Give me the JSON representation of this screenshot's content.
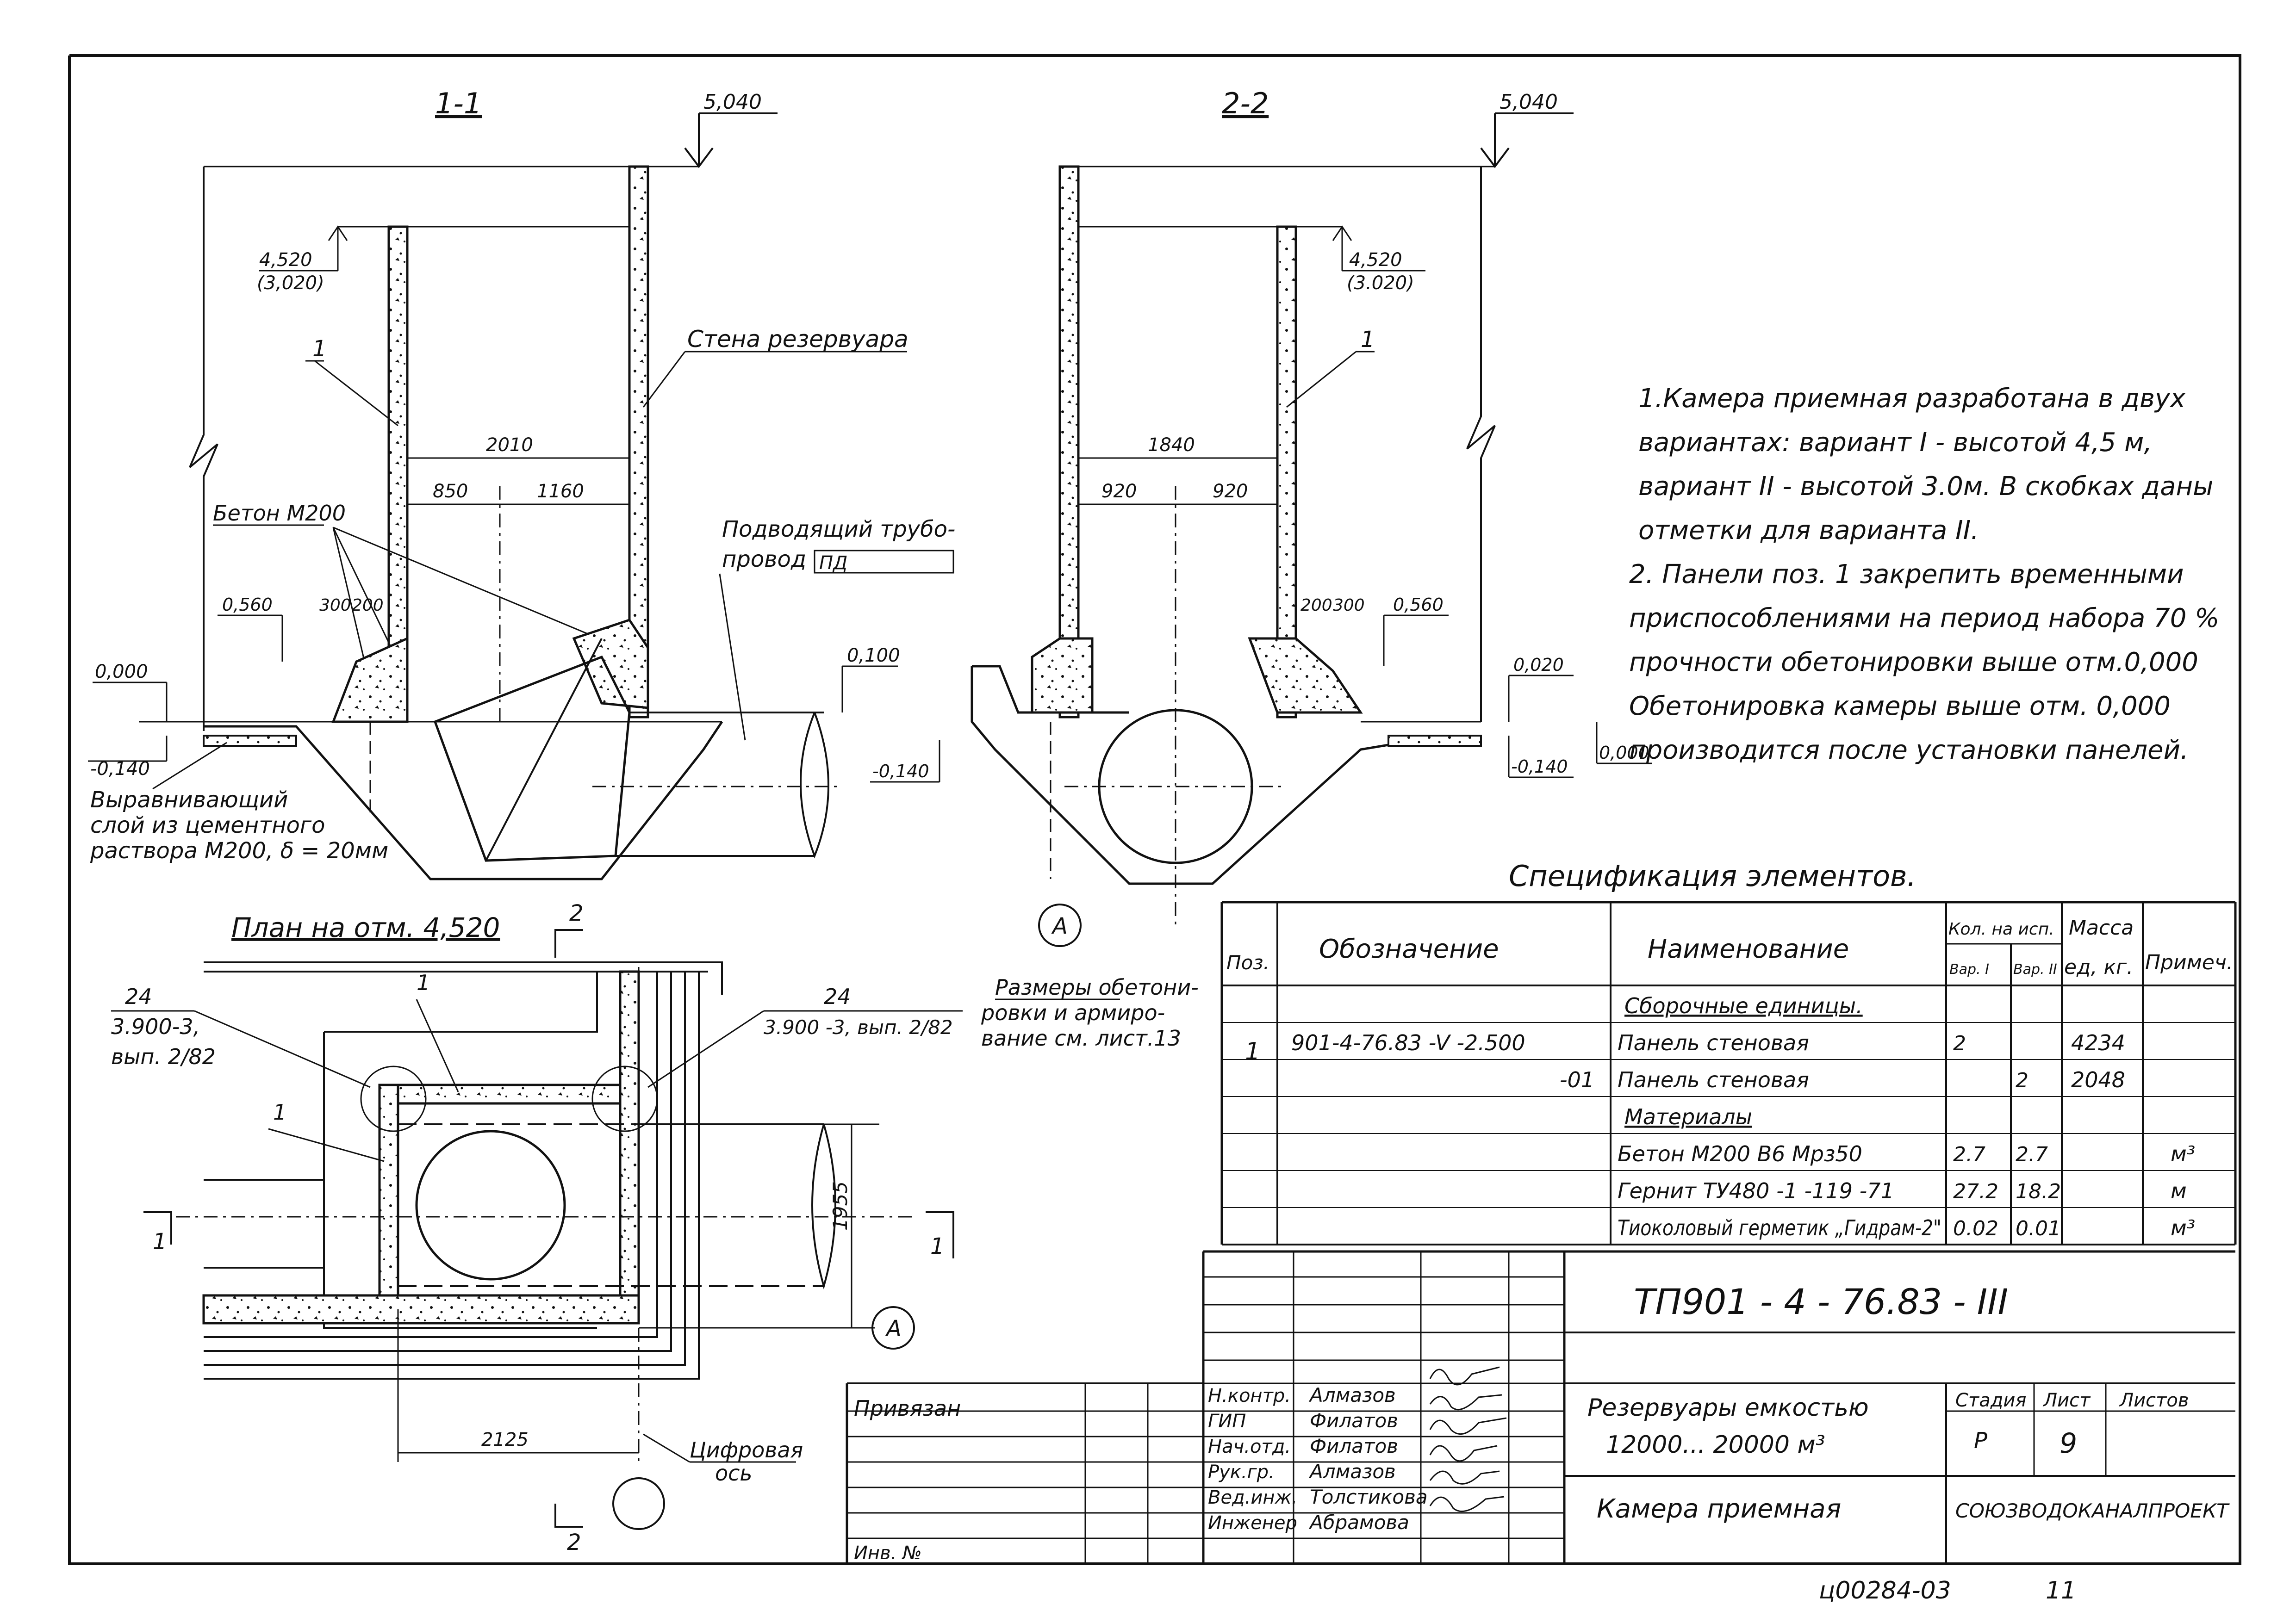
{
  "section_1_1": {
    "title": "1-1",
    "top_elev": "5,040",
    "wall_top": "4,520",
    "wall_top_alt": "(3,020)",
    "pos_label": "1",
    "wall_label": "Стена резервуара",
    "width_total": "2010",
    "width_a": "850",
    "width_b": "1160",
    "concrete_label": "Бетон М200",
    "elev_0560": "0,560",
    "dim_300": "300",
    "dim_200": "200",
    "elev_0000": "0,000",
    "elev_m0140": "-0,140",
    "elev_0100": "0,100",
    "pipe_label_1": "Подводящий трубо-",
    "pipe_label_2": "провод",
    "pipe_code": "ПД",
    "leveling_1": "Выравнивающий",
    "leveling_2": "слой из цементного",
    "leveling_3": "раствора М200, δ = 20мм"
  },
  "section_2_2": {
    "title": "2-2",
    "top_elev": "5,040",
    "wall_top": "4,520",
    "wall_top_alt": "(3.020)",
    "pos_label": "1",
    "width_total": "1840",
    "width_a": "920",
    "width_b": "920",
    "dim_200": "200",
    "dim_300": "300",
    "elev_0560": "0,560",
    "elev_0020": "0,020",
    "elev_m0140": "-0,140",
    "elev_m0140_right": "-0,140",
    "elev_0000": "0,000",
    "axis_label": "А",
    "note_1": "Размеры обетони-",
    "note_2": "ровки и армиро-",
    "note_3": "вание см. лист.13"
  },
  "plan": {
    "title": "План на отм. 4,520",
    "cut_2": "2",
    "cut_1": "1",
    "ref_left_1": "24",
    "ref_left_2": "3.900-3,",
    "ref_left_3": "вып. 2/82",
    "ref_right_1": "24",
    "ref_right_2": "3.900 -3, вып. 2/82",
    "pos_1a": "1",
    "pos_1b": "1",
    "dim_1955": "1955",
    "dim_2125": "2125",
    "axis_label": "А",
    "digital_axis_1": "Цифровая",
    "digital_axis_2": "ось"
  },
  "notes": [
    "1.Камера приемная разработана в двух",
    "вариантах: вариант I - высотой 4,5 м,",
    "вариант II - высотой 3.0м. В скобках даны",
    "отметки для варианта II.",
    "2. Панели поз. 1 закрепить временными",
    "приспособлениями на период набора 70 %",
    "прочности обетонировки выше отм.0,000",
    "Обетонировка камеры выше отм. 0,000",
    "производится после установки панелей."
  ],
  "spec": {
    "title": "Спецификация элементов.",
    "headers": {
      "pos": "Поз.",
      "designation": "Обозначение",
      "name": "Наименование",
      "qty": "Кол. на исп.",
      "var1": "Вар. I",
      "var2": "Вар. II",
      "mass_1": "Масса",
      "mass_2": "ед, кг.",
      "note": "Примеч."
    },
    "rows": [
      {
        "pos": "",
        "designation": "",
        "name": "Сборочные единицы.",
        "v1": "",
        "v2": "",
        "mass": "",
        "note": "",
        "underline": true
      },
      {
        "pos": "1",
        "designation": "901-4-76.83 -V -2.500",
        "name": "Панель стеновая",
        "v1": "2",
        "v2": "",
        "mass": "4234",
        "note": ""
      },
      {
        "pos": "",
        "designation": "-01",
        "name": "Панель стеновая",
        "v1": "",
        "v2": "2",
        "mass": "2048",
        "note": ""
      },
      {
        "pos": "",
        "designation": "",
        "name": "Материалы",
        "v1": "",
        "v2": "",
        "mass": "",
        "note": "",
        "underline": true
      },
      {
        "pos": "",
        "designation": "",
        "name": "Бетон М200 В6 Мрз50",
        "v1": "2.7",
        "v2": "2.7",
        "mass": "",
        "note": "м³"
      },
      {
        "pos": "",
        "designation": "",
        "name": "Гернит ТУ480 -1 -119 -71",
        "v1": "27.2",
        "v2": "18.2",
        "mass": "",
        "note": "м"
      },
      {
        "pos": "",
        "designation": "",
        "name": "Тиоколовый герметик „Гидрам-2\"",
        "v1": "0.02",
        "v2": "0.01",
        "mass": "",
        "note": "м³"
      }
    ]
  },
  "title_block": {
    "code": "ТП901 - 4 - 76.83 - III",
    "object_1": "Резервуары емкостью",
    "object_2": "12000... 20000 м³",
    "sheet_name": "Камера приемная",
    "stage_header": "Стадия",
    "sheet_header": "Лист",
    "sheets_header": "Листов",
    "stage": "Р",
    "sheet": "9",
    "sheets": "",
    "org": "СОЮЗВОДОКАНАЛПРОЕКТ",
    "bound": "Привязан",
    "inv": "Инв. №",
    "roles": [
      {
        "role": "Н.контр.",
        "name": "Алмазов"
      },
      {
        "role": "ГИП",
        "name": "Филатов"
      },
      {
        "role": "Нач.отд.",
        "name": "Филатов"
      },
      {
        "role": "Рук.гр.",
        "name": "Алмазов"
      },
      {
        "role": "Вед.инж.",
        "name": "Толстикова"
      },
      {
        "role": "Инженер",
        "name": "Абрамова"
      }
    ]
  },
  "footer": {
    "archive": "ц00284-03",
    "page": "11"
  }
}
